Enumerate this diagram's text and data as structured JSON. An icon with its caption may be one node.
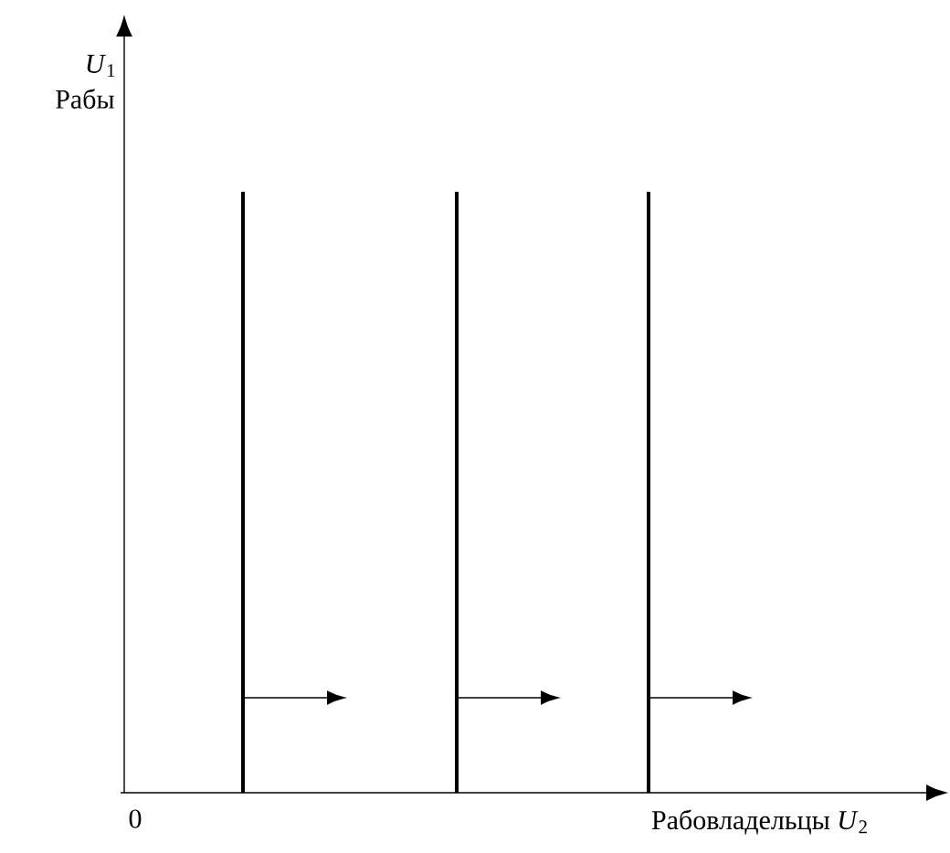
{
  "diagram": {
    "labels": [
      "*U*$_{1}$",
      "Рабы",
      "0",
      "Рабовладельцы *U*$_{2}$"
    ]
  }
}
